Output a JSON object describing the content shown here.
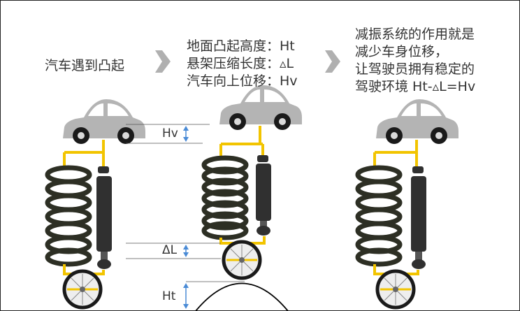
{
  "texts": {
    "step1": "汽车遇到凸起",
    "step2": [
      "地面凸起高度：Ht",
      "悬架压缩长度：▵L",
      "汽车向上位移：Hv"
    ],
    "step3": [
      "减振系统的作用就是",
      "减少车身位移，",
      "让驾驶员拥有稳定的",
      "驾驶环境  Ht-▵L=Hv"
    ]
  },
  "labels": {
    "hv": "Hv",
    "dl": "ΔL",
    "ht": "Ht"
  },
  "colors": {
    "car_body": "#b4b4b4",
    "car_window": "#ffffff",
    "tire": "#1a1a1a",
    "hub": "#d9d9d9",
    "link_bar": "#f2c400",
    "spring": "#2d2f24",
    "shock": "#303030",
    "dim_arrow": "#4a8bd6",
    "flow_arrow": "#b0b0b0",
    "bump_line": "#000000"
  },
  "icons": [
    "car-icon",
    "coil-spring-icon",
    "shock-absorber-icon",
    "wheel-icon",
    "flow-arrow-icon",
    "dimension-arrow-icon"
  ]
}
